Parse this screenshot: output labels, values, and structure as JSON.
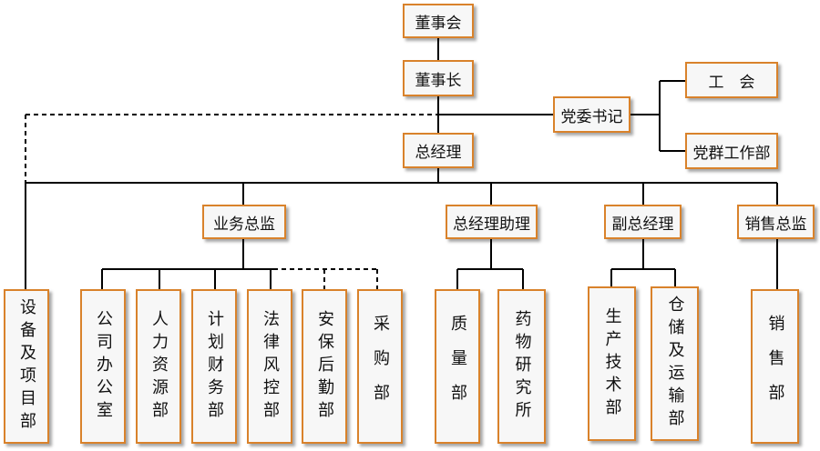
{
  "nodes": {
    "board": "董事会",
    "chairman": "董事长",
    "party_secretary": "党委书记",
    "union": "工　会",
    "party_work": "党群工作部",
    "general_manager": "总经理",
    "business_director": "业务总监",
    "gm_assistant": "总经理助理",
    "deputy_gm": "副总经理",
    "sales_director": "销售总监",
    "equipment_dept": "设备及项目部",
    "office": "公司办公室",
    "hr": "人力资源部",
    "finance": "计划财务部",
    "legal": "法律风控部",
    "security": "安保后勤部",
    "procurement": "采购部",
    "quality": "质量部",
    "rnd": "药物研究所",
    "production": "生产技术部",
    "logistics": "仓储及运输部",
    "sales": "销售部"
  },
  "colors": {
    "border": "#d9822b",
    "box_fill": "#f7f7f7",
    "line": "#000000"
  }
}
